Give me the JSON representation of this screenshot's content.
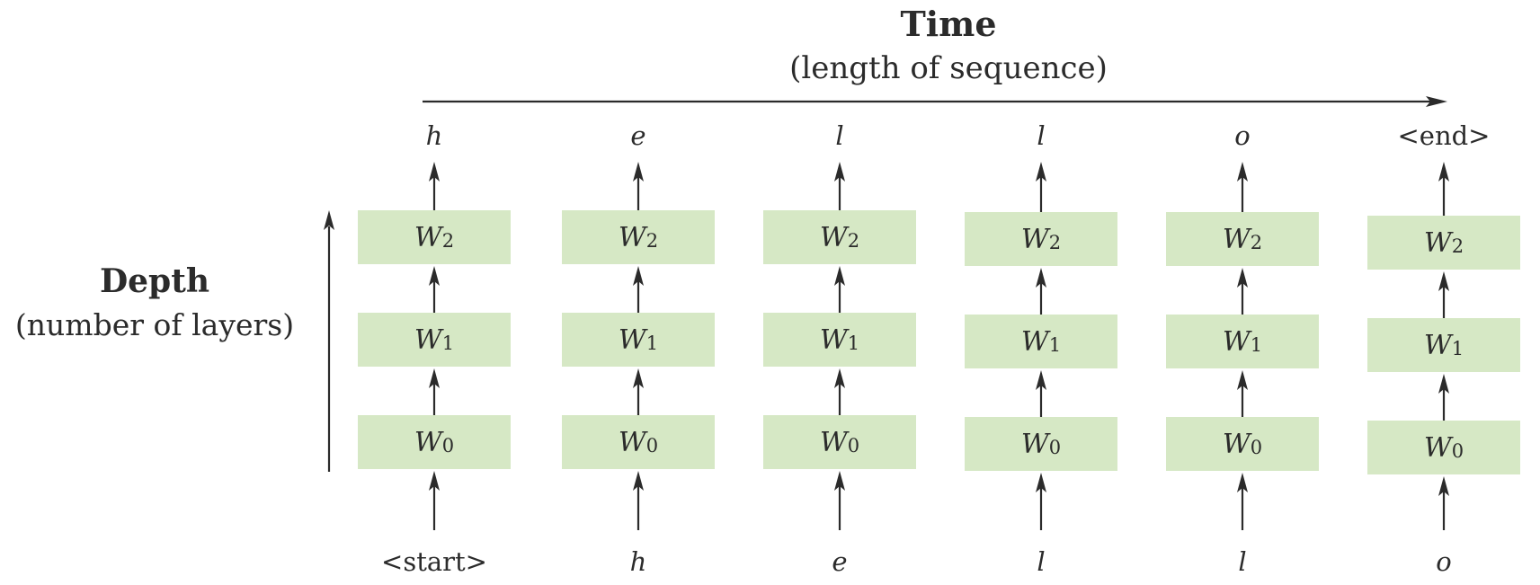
{
  "time_axis": {
    "title": "Time",
    "subtitle": "(length of sequence)"
  },
  "depth_axis": {
    "title": "Depth",
    "subtitle": "(number of layers)"
  },
  "layer_symbol": "W",
  "layers": [
    {
      "subscript": "2"
    },
    {
      "subscript": "1"
    },
    {
      "subscript": "0"
    }
  ],
  "columns": [
    {
      "input": "<start>",
      "output": "h",
      "input_italic": false,
      "output_italic": true
    },
    {
      "input": "h",
      "output": "e",
      "input_italic": true,
      "output_italic": true
    },
    {
      "input": "e",
      "output": "l",
      "input_italic": true,
      "output_italic": true
    },
    {
      "input": "l",
      "output": "l",
      "input_italic": true,
      "output_italic": true
    },
    {
      "input": "l",
      "output": "o",
      "input_italic": true,
      "output_italic": true
    },
    {
      "input": "o",
      "output": "<end>",
      "input_italic": true,
      "output_italic": false
    }
  ],
  "colors": {
    "layer_fill": "#d6e8c5",
    "stroke": "#2b2b2b"
  }
}
